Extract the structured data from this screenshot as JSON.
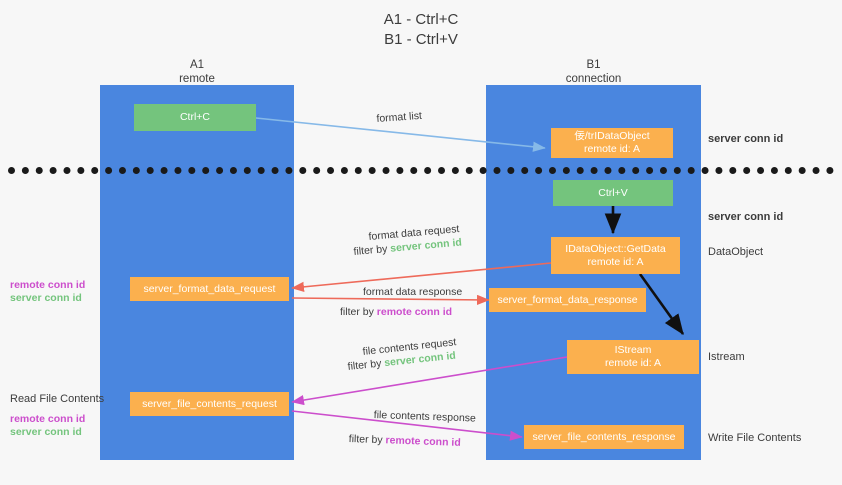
{
  "title": {
    "line1": "A1 - Ctrl+C",
    "line2": "B1 - Ctrl+V"
  },
  "lanes": [
    {
      "id": "a1",
      "name": "A1",
      "role": "remote"
    },
    {
      "id": "b1",
      "name": "B1",
      "role": "connection"
    }
  ],
  "boxes": {
    "ctrl_c": {
      "label": "Ctrl+C",
      "color": "#74c47d"
    },
    "ctrl_v": {
      "label": "Ctrl+V",
      "color": "#74c47d"
    },
    "idataobject": {
      "line1": "佞/trIDataObject",
      "line2": "remote id: A",
      "color": "#fbb04e"
    },
    "getdata": {
      "line1": "IDataObject::GetData",
      "line2": "remote id: A",
      "color": "#fbb04e"
    },
    "istream": {
      "line1": "IStream",
      "line2": "remote id: A",
      "color": "#fbb04e"
    },
    "format_data_request": {
      "label": "server_format_data_request",
      "color": "#fbb04e"
    },
    "format_data_response": {
      "label": "server_format_data_response",
      "color": "#fbb04e"
    },
    "file_contents_request": {
      "label": "server_file_contents_request",
      "color": "#fbb04e"
    },
    "file_contents_response": {
      "label": "server_file_contents_response",
      "color": "#fbb04e"
    }
  },
  "edges": {
    "format_list": "format list",
    "format_data_request": "format data request",
    "format_data_response": "format data response",
    "file_contents_request": "file contents request",
    "file_contents_response": "file contents response",
    "filter_by": "filter by "
  },
  "conn_ids": {
    "server": "server conn id",
    "remote": "remote conn id"
  },
  "annotations": {
    "data_object": "DataObject",
    "istream": "Istream",
    "read_file_contents": "Read File Contents",
    "write_file_contents": "Write File Contents"
  },
  "colors": {
    "lane": "#4a86df",
    "orange": "#fbb04e",
    "green_box": "#74c47d",
    "green_text": "#74c47d",
    "magenta_text": "#cc4ecc",
    "arrow_blue": "#86b9e8",
    "arrow_red": "#ee6a5a",
    "arrow_magenta": "#cc4ecc",
    "arrow_black": "#101010",
    "background": "#f7f7f7"
  }
}
